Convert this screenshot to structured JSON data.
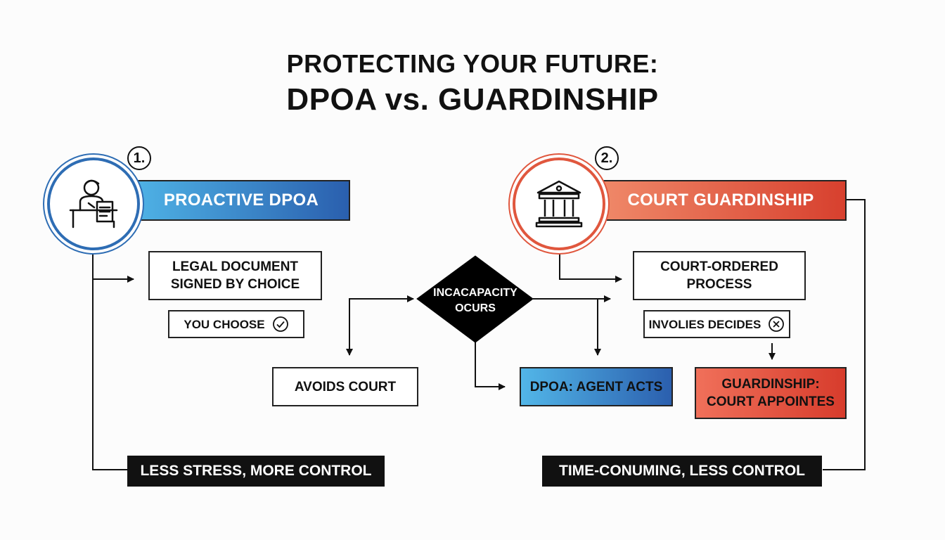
{
  "title": {
    "line1": "PROTECTING YOUR FUTURE:",
    "line2": "DPOA vs. GUARDINSHIP"
  },
  "left": {
    "number": "1.",
    "icon": "person-signing-document-icon",
    "heading": "PROACTIVE DPOA",
    "step1": {
      "line1": "LEGAL DOCUMENT",
      "line2": "SIGNED BY CHOICE"
    },
    "choose": "YOU CHOOSE",
    "choose_icon": "check-circle-icon",
    "avoids": "AVOIDS COURT",
    "outcome": "LESS STRESS, MORE CONTROL",
    "accent": "#2e6db4"
  },
  "center": {
    "decision": {
      "line1": "INCACAPACITY",
      "line2": "OCURS"
    },
    "dpoa_result": "DPOA: AGENT ACTS",
    "guardianship_result": {
      "line1": "GUARDINSHIP:",
      "line2": "COURT APPOINTES"
    }
  },
  "right": {
    "number": "2.",
    "icon": "courthouse-icon",
    "heading": "COURT GUARDINSHIP",
    "step1": {
      "line1": "COURT-ORDERED",
      "line2": "PROCESS"
    },
    "decides": "INVOLIES DECIDES",
    "decides_icon": "x-circle-icon",
    "outcome": "TIME-CONUMING, LESS CONTROL",
    "accent": "#e0573e"
  }
}
